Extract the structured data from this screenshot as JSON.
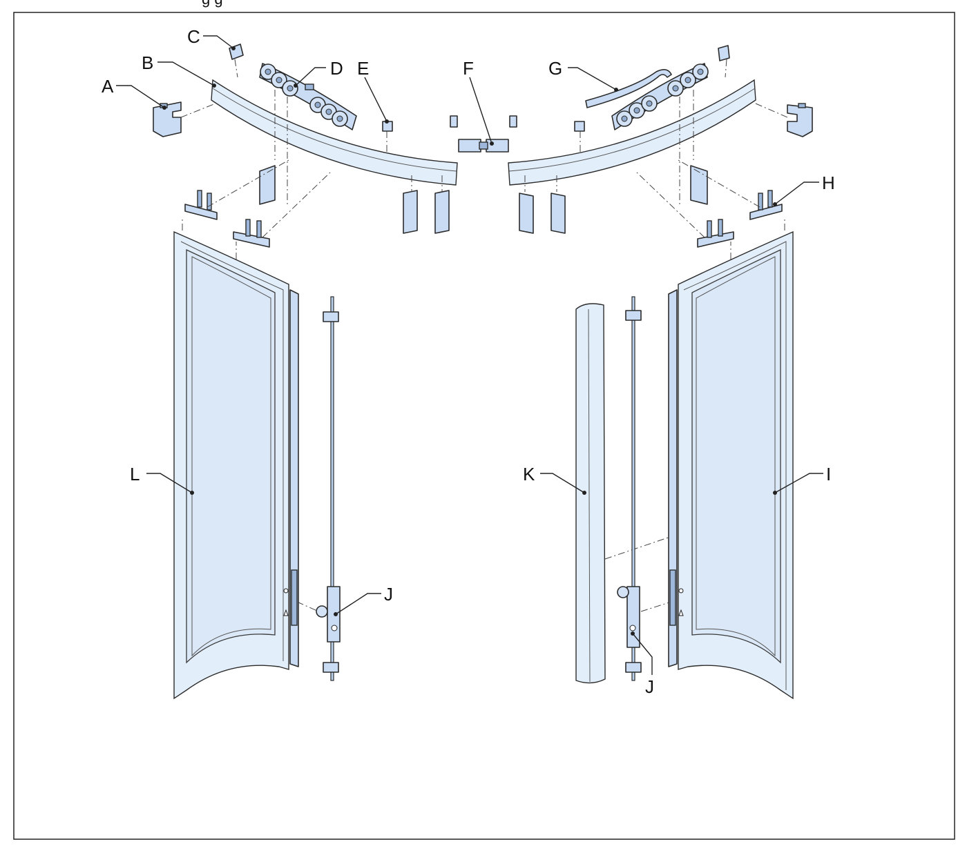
{
  "header": {
    "cut_text": "g     g"
  },
  "labels": {
    "A": "A",
    "B": "B",
    "C": "C",
    "D": "D",
    "E": "E",
    "F": "F",
    "G": "G",
    "H": "H",
    "I": "I",
    "J_left": "J",
    "J_right": "J",
    "K": "K",
    "L": "L"
  },
  "colors": {
    "part_fill": "#c9dcf3",
    "line": "#2b2b2b",
    "glass": "#dbe8f8"
  }
}
